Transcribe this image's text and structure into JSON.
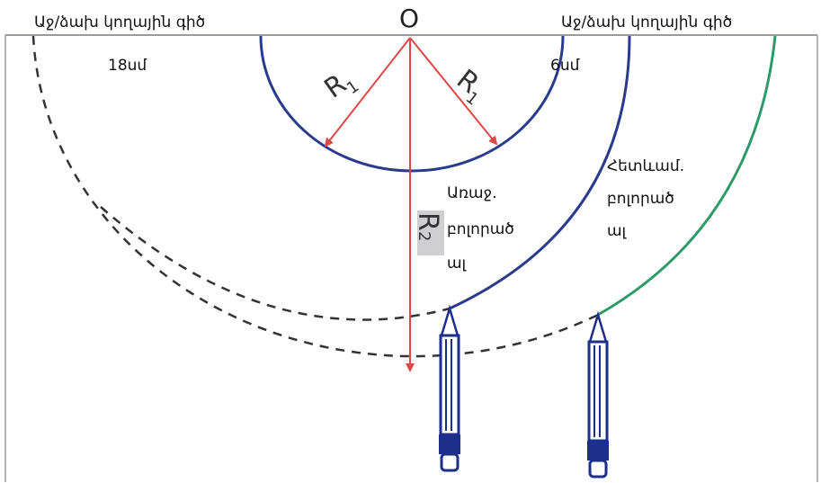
{
  "labels": {
    "center": "O",
    "sideline_left": "Աջ/ձախ կողային գիծ",
    "sideline_right": "Աջ/ձախ կողային գիծ",
    "dist_left": "18սմ",
    "dist_right": "6սմ",
    "r1_main": "R",
    "r1_sub": "1",
    "r2_main": "R",
    "r2_sub": "2",
    "front_line1": "Առաջ.",
    "front_line2": "բոլորած",
    "front_line3": "ալ",
    "rear_line1": "Հետևամ.",
    "rear_line2": "բոլորած",
    "rear_line3": "ալ"
  },
  "colors": {
    "inner_arc": "#2a3a8c",
    "front_arc": "#2a3a8c",
    "rear_arc": "#2e9a6a",
    "dashed_arc": "#333333",
    "radius_arrow": "#e04848",
    "border": "#9a9aa0",
    "pencil": "#1d2f8a"
  }
}
